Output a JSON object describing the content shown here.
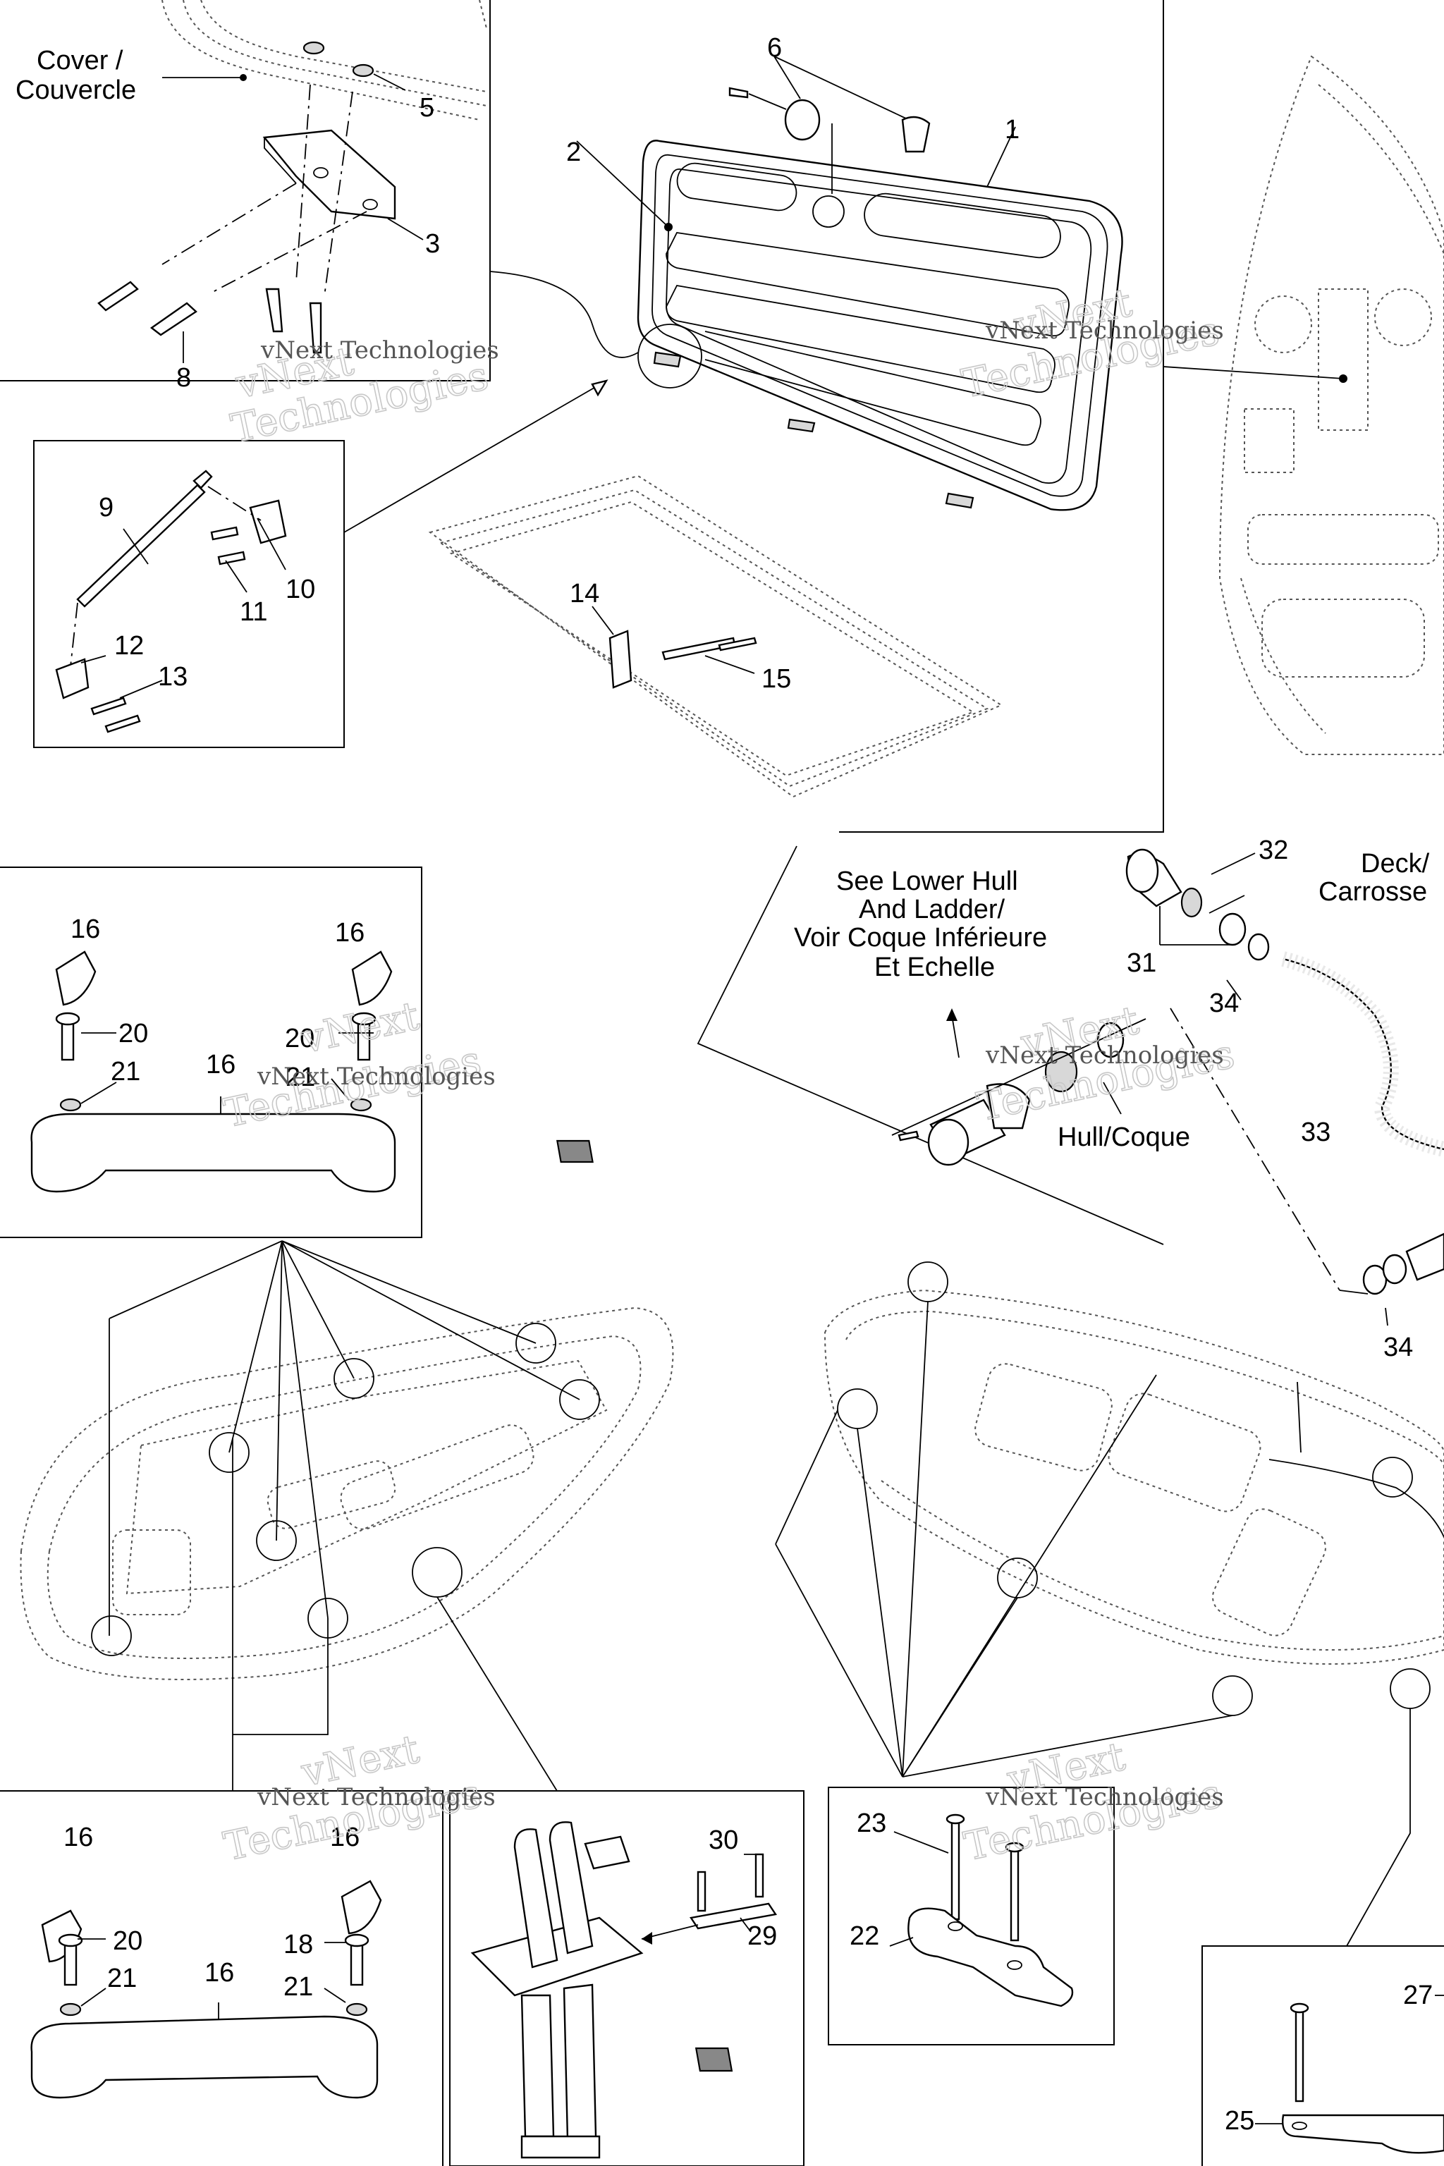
{
  "labels": {
    "cover": "Cover /",
    "cover_fr": "Couvercle",
    "deck": "Deck/",
    "deck_fr": "Carrosse",
    "hull": "Hull/Coque",
    "see_lower_1": "See Lower Hull",
    "see_lower_2": "And Ladder/",
    "see_lower_3": "Voir Coque Inférieure",
    "see_lower_4": "Et Echelle"
  },
  "parts": {
    "p1": "1",
    "p2": "2",
    "p3": "3",
    "p5": "5",
    "p6": "6",
    "p8": "8",
    "p9": "9",
    "p10": "10",
    "p11": "11",
    "p12": "12",
    "p13": "13",
    "p14": "14",
    "p15": "15",
    "p16": "16",
    "p18": "18",
    "p20": "20",
    "p21": "21",
    "p22": "22",
    "p23": "23",
    "p25": "25",
    "p27": "27",
    "p29": "29",
    "p30": "30",
    "p31": "31",
    "p32": "32",
    "p33": "33",
    "p34": "34"
  },
  "watermark": {
    "line1": "vNext Technologies",
    "line2": "vNext",
    "line3": "Technologies"
  }
}
